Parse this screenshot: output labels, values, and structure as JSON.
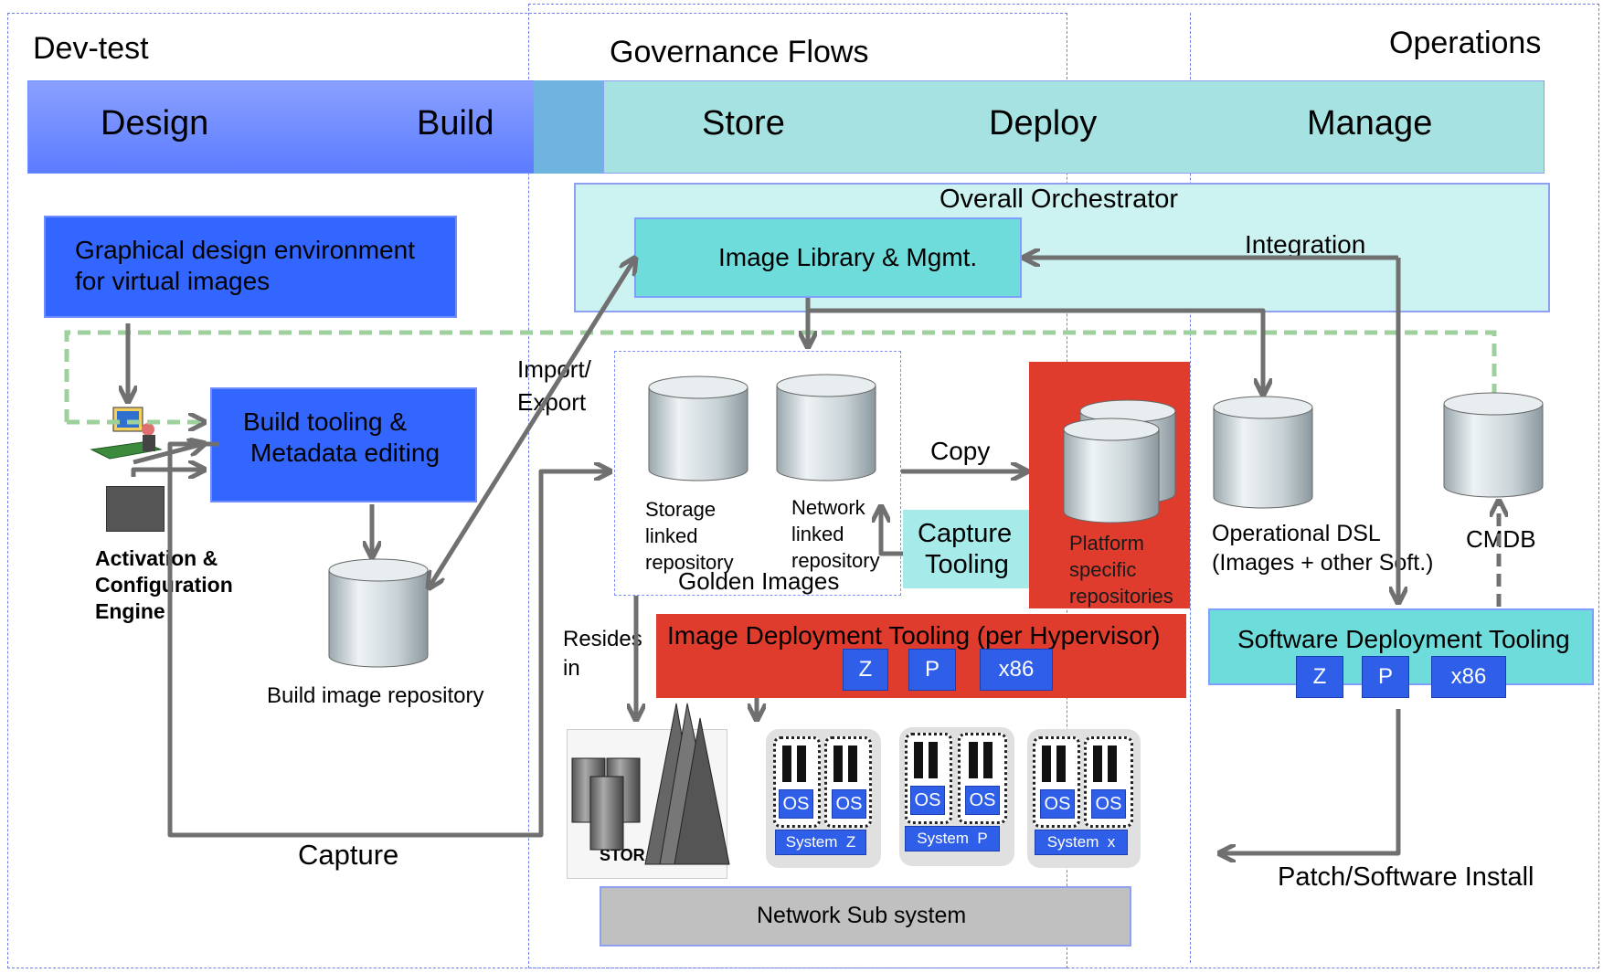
{
  "sections": {
    "devtest": "Dev-test",
    "governance": "Governance Flows",
    "operations": "Operations"
  },
  "phases": {
    "design": "Design",
    "build": "Build",
    "store": "Store",
    "deploy": "Deploy",
    "manage": "Manage"
  },
  "orchestrator": {
    "title": "Overall Orchestrator",
    "integration": "Integration"
  },
  "image_library": "Image Library & Mgmt.",
  "graphical_design": {
    "line1": "Graphical design environment",
    "line2": "for virtual images"
  },
  "build_tooling": {
    "line1": "Build tooling &",
    "line2": "Metadata editing"
  },
  "activation": {
    "line1": "Activation &",
    "line2": "Configuration",
    "line3": "Engine"
  },
  "build_repo": "Build image repository",
  "import_export": {
    "line1": "Import/",
    "line2": "Export"
  },
  "storage_repo": {
    "line1": "Storage",
    "line2": "linked",
    "line3": "repository"
  },
  "network_repo": {
    "line1": "Network",
    "line2": "linked",
    "line3": "repository"
  },
  "golden_images": "Golden Images",
  "copy": "Copy",
  "capture_tooling": {
    "line1": "Capture",
    "line2": "Tooling"
  },
  "platform_repo": {
    "line1": "Platform",
    "line2": "specific",
    "line3": "repositories"
  },
  "operational_dsl": {
    "line1": "Operational DSL",
    "line2": "(Images + other Soft.)"
  },
  "cmdb": "CMDB",
  "resides_in": {
    "line1": "Resides",
    "line2": "in"
  },
  "image_deploy": {
    "title": "Image Deployment Tooling (per Hypervisor)",
    "chips": [
      "Z",
      "P",
      "x86"
    ]
  },
  "software_deploy": {
    "title": "Software Deployment Tooling",
    "chips": [
      "Z",
      "P",
      "x86"
    ]
  },
  "storage_label": "STORAGE",
  "capture": "Capture",
  "systems": [
    {
      "label": "System  Z",
      "os": "OS"
    },
    {
      "label": "System  P",
      "os": "OS"
    },
    {
      "label": "System  x",
      "os": "OS"
    }
  ],
  "network_subsystem": "Network Sub system",
  "patch_install": "Patch/Software Install",
  "colors": {
    "blue": "#3366ff",
    "teal": "#6fdcdc",
    "light_teal": "#ccf2f2",
    "red": "#e03c2e",
    "arrow": "#707070",
    "dashed_green": "#9dd09d"
  }
}
